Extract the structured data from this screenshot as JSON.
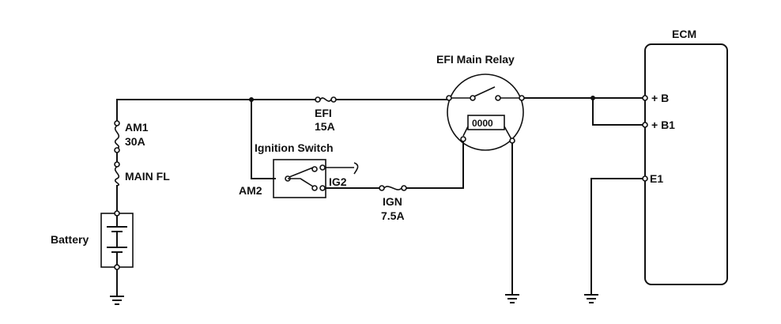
{
  "labels": {
    "ecm": "ECM",
    "efi_main_relay": "EFI Main Relay",
    "efi_fuse_name": "EFI",
    "efi_fuse_rating": "15A",
    "am1_fuse_name": "AM1",
    "am1_fuse_rating": "30A",
    "main_fl": "MAIN FL",
    "ignition_switch": "Ignition Switch",
    "am2": "AM2",
    "ig2": "IG2",
    "ign_fuse_name": "IGN",
    "ign_fuse_rating": "7.5A",
    "battery": "Battery",
    "ecm_pin_b": "+ B",
    "ecm_pin_b1": "+ B1",
    "ecm_pin_e1": "E1",
    "relay_coil_text": "0000"
  }
}
